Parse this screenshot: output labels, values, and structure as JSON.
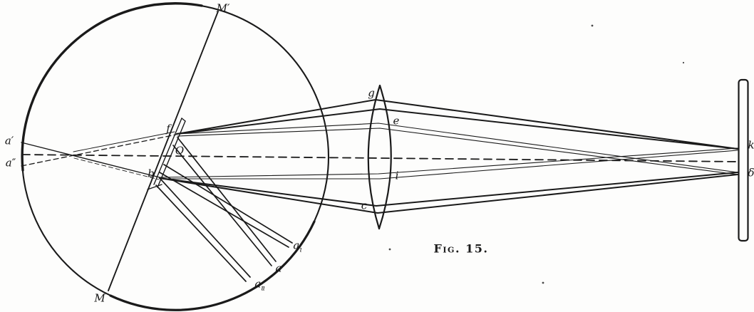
{
  "figure": {
    "caption": "Fig. 15.",
    "colors": {
      "ink": "#1a1a1a",
      "paper": "#fdfdfc"
    },
    "labels": {
      "m_prime": "M′",
      "m": "M",
      "a_prime": "a′",
      "a_double_prime": "a″",
      "f": "f",
      "o": "O",
      "b": "b",
      "g": "g",
      "e": "e",
      "i": "i",
      "c": "c",
      "a_sub1": {
        "base": "a",
        "sub": "ı"
      },
      "a_plain": "a",
      "a_sub11": {
        "base": "a",
        "sub": "ıı"
      },
      "k": "k",
      "delta": "δ"
    }
  }
}
